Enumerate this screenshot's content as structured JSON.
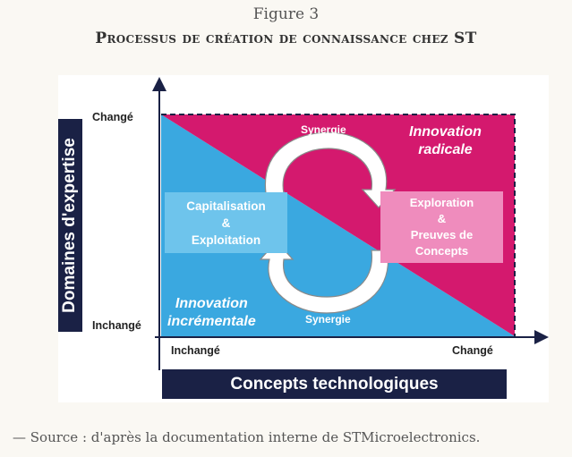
{
  "figure": {
    "label": "Figure 3",
    "title": "Processus de création de connaissance chez ST",
    "source": "— Source : d'après la documentation interne de STMicroelectronics."
  },
  "diagram": {
    "y_axis_label": "Domaines d'expertise",
    "x_axis_label": "Concepts technologiques",
    "y_tick_top": "Changé",
    "y_tick_bottom": "Inchangé",
    "x_tick_left": "Inchangé",
    "x_tick_right": "Changé",
    "region_radical_line1": "Innovation",
    "region_radical_line2": "radicale",
    "region_incremental_line1": "Innovation",
    "region_incremental_line2": "incrémentale",
    "box_capitalisation": [
      "Capitalisation",
      "&",
      "Exploitation"
    ],
    "box_exploration": [
      "Exploration",
      "&",
      "Preuves de",
      "Concepts"
    ],
    "cycle_top_label": "Synergie",
    "cycle_bottom_label": "Synergie",
    "colors": {
      "incremental": "#3aa8e0",
      "radical": "#d4196e",
      "band": "#1a2145",
      "box_capitalisation": "#6ec4ec",
      "box_exploration": "#ef8cbd"
    }
  }
}
